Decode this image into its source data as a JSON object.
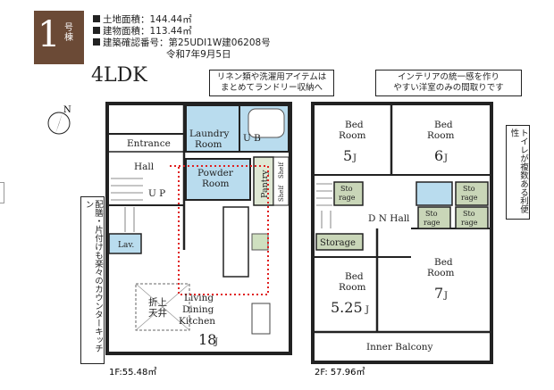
{
  "badge": {
    "number": "1",
    "label": "号棟"
  },
  "info": {
    "land_area": "土地面積：144.44㎡",
    "building_area": "建物面積：113.44㎡",
    "cert_no": "建築確認番号：第25UDI1W建06208号",
    "cert_date": "令和7年9月5日"
  },
  "layout_type": "4LDK",
  "notes": {
    "laundry": "リネン類や洗濯用アイテムは\nまとめてランドリー収納へ",
    "interior": "インテリアの統一感を作り\nやすい洋室のみの間取りです",
    "kitchen": "配膳・片付けも楽々のカウンターキッチン",
    "toilets": "トイレが複数ある利便性"
  },
  "compass": "N",
  "floor1": {
    "area_label": "1F:55.48㎡",
    "rooms": {
      "laundry": "Laundry\nRoom",
      "ub": "U B",
      "entrance": "Entrance",
      "hall": "Hall",
      "up": "U P",
      "powder": "Powder\nRoom",
      "pantry": "Pantry",
      "shelf1": "Shelf",
      "shelf2": "Shelf",
      "lav": "Lav.",
      "void": "折上\n天井",
      "ldk": "Living\nDining\nKitchen",
      "ldk_size": "18",
      "ldk_unit": "J"
    }
  },
  "floor2": {
    "area_label": "2F: 57.96㎡",
    "rooms": {
      "bed1": "Bed\nRoom",
      "bed1_size": "5",
      "bed2": "Bed\nRoom",
      "bed2_size": "6",
      "bed3": "Bed\nRoom",
      "bed3_size": "5.25",
      "bed4": "Bed\nRoom",
      "bed4_size": "7",
      "unit": "J",
      "storage": "Storage",
      "dn_hall": "D N Hall",
      "sto1": "Sto\nrage",
      "sto2": "Sto\nrage",
      "sto3": "Sto\nrage",
      "sto4": "Sto\nrage",
      "balcony": "Inner Balcony"
    }
  },
  "colors": {
    "badge": "#6b4a36",
    "wet_area": "#b9dcee",
    "storage": "#c9d6b8",
    "path": "#e02020"
  }
}
